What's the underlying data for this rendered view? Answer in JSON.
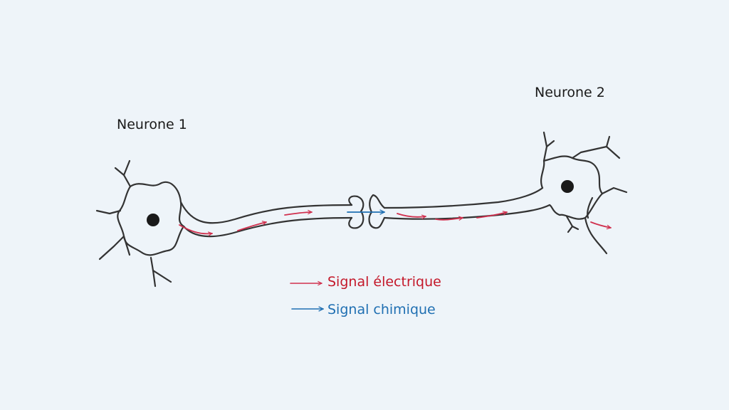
{
  "labels": {
    "neuron1": "Neurone 1",
    "neuron2": "Neurone 2"
  },
  "legend": {
    "electric": {
      "text": "Signal électrique",
      "color": "#c4182a"
    },
    "chemical": {
      "text": "Signal chimique",
      "color": "#1f6fb2"
    }
  },
  "colors": {
    "background": "#eef4f9",
    "outline": "#333333",
    "nucleus": "#1a1a1a",
    "electric_arrow": "#d0304e",
    "chemical_arrow": "#1f6fb2"
  }
}
